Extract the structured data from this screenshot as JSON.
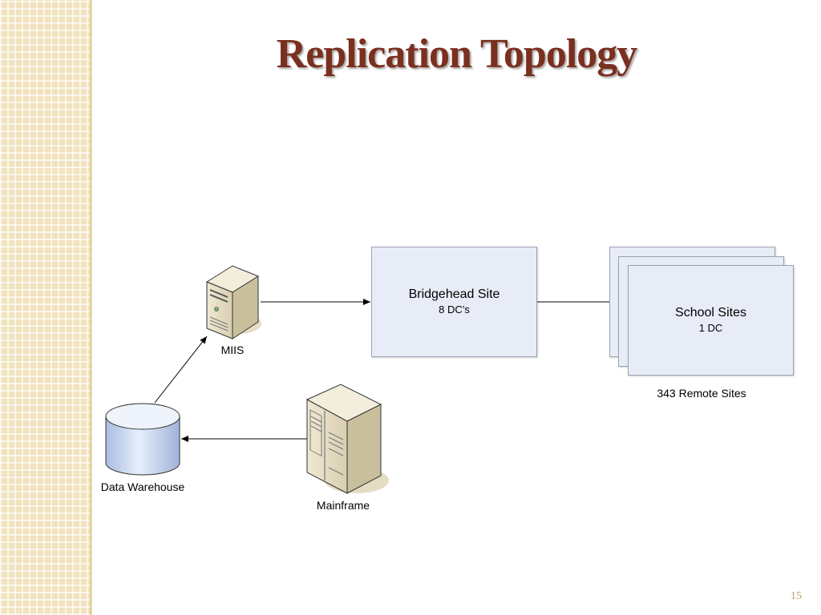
{
  "slide": {
    "title": "Replication Topology",
    "page_number": "15"
  },
  "nodes": {
    "miis": {
      "label": "MIIS",
      "icon": "server-tower-icon"
    },
    "bridgehead": {
      "title": "Bridgehead Site",
      "subtitle": "8 DC’s"
    },
    "school_sites": {
      "title": "School Sites",
      "subtitle": "1 DC",
      "caption": "343 Remote Sites"
    },
    "data_warehouse": {
      "label": "Data Warehouse",
      "icon": "database-cylinder-icon"
    },
    "mainframe": {
      "label": "Mainframe",
      "icon": "mainframe-server-icon"
    }
  },
  "colors": {
    "title": "#7a2f1f",
    "box_fill": "#e8ecf7",
    "box_border": "#9aa2b2",
    "sidebar": "#f1e3bd",
    "cylinder": "#c9d7ef"
  }
}
